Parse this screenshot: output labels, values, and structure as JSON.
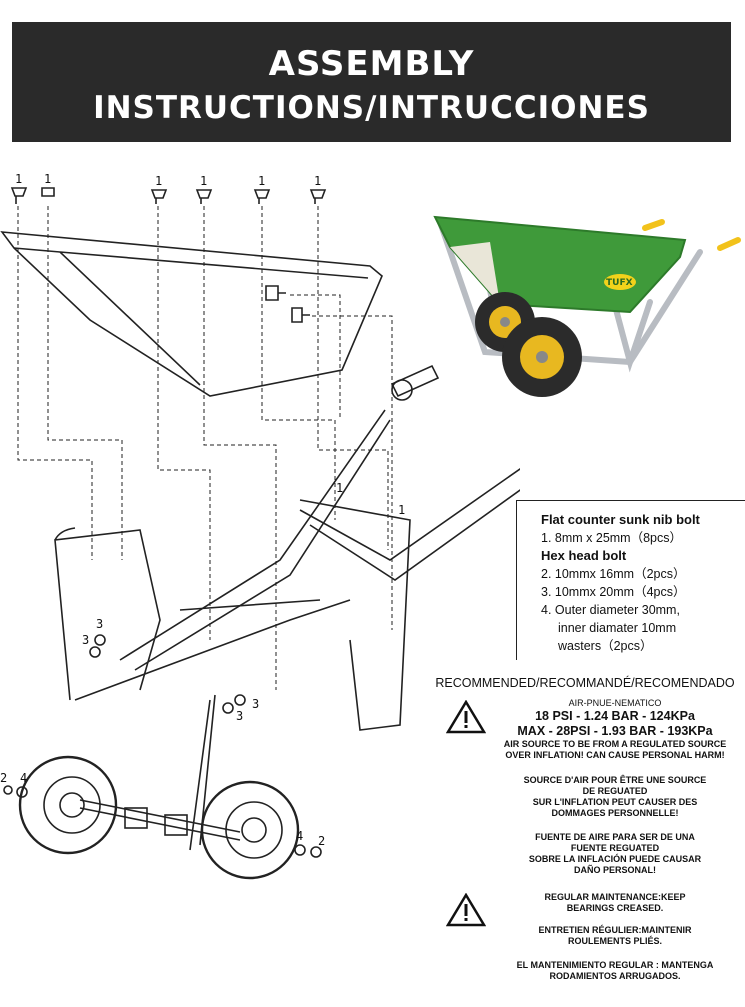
{
  "header": {
    "line1": "ASSEMBLY",
    "line2": "INSTRUCTIONS/INTRUCCIONES"
  },
  "diagram": {
    "callouts": [
      "1",
      "1",
      "1",
      "1",
      "1",
      "1",
      "1",
      "1",
      "3",
      "3",
      "3",
      "3",
      "2",
      "4",
      "4",
      "2"
    ]
  },
  "photo": {
    "brand": "TUFX"
  },
  "parts_list": {
    "flat_title": "Flat counter sunk nib bolt",
    "item1": "1. 8mm x 25mm（8pcs）",
    "hex_title": "Hex  head bolt",
    "item2": "2. 10mmx 16mm（2pcs）",
    "item3": "3. 10mmx 20mm（4pcs）",
    "item4a": "4. Outer diameter 30mm,",
    "item4b": "inner diamater 10mm",
    "item4c": "wasters（2pcs）"
  },
  "recommended": {
    "title": "RECOMMENDED/RECOMMANDÉ/RECOMENDADO",
    "air": "AIR-PNUE-NEMATICO",
    "psi18": "18 PSI - 1.24 BAR - 124KPa",
    "psi28": "MAX - 28PSI - 1.93 BAR - 193KPa",
    "en1": "AIR SOURCE TO BE FROM A REGULATED SOURCE",
    "en2": "OVER INFLATION! CAN CAUSE PERSONAL HARM!",
    "fr1": "SOURCE D'AIR POUR ÊTRE UNE SOURCE",
    "fr2": "DE REGUATED",
    "fr3": "SUR L'INFLATION PEUT CAUSER DES",
    "fr4": "DOMMAGES PERSONNELLE!",
    "es1": "FUENTE DE AIRE PARA SER DE UNA",
    "es2": "FUENTE REGUATED",
    "es3": "SOBRE LA INFLACIÓN PUEDE CAUSAR",
    "es4": "DAÑO PERSONAL!"
  },
  "maintenance": {
    "en1": "REGULAR MAINTENANCE:KEEP",
    "en2": "BEARINGS CREASED.",
    "fr1": "ENTRETIEN RÉGULIER:MAINTENIR",
    "fr2": "ROULEMENTS PLIÉS.",
    "es1": "EL MANTENIMIENTO REGULAR : MANTENGA",
    "es2": "RODAMIENTOS ARRUGADOS."
  },
  "colors": {
    "header_bg": "#2a2a2a",
    "tray_green": "#3f9a3a",
    "wheel_yellow": "#e8b820",
    "handle_yellow": "#f2c21b"
  }
}
